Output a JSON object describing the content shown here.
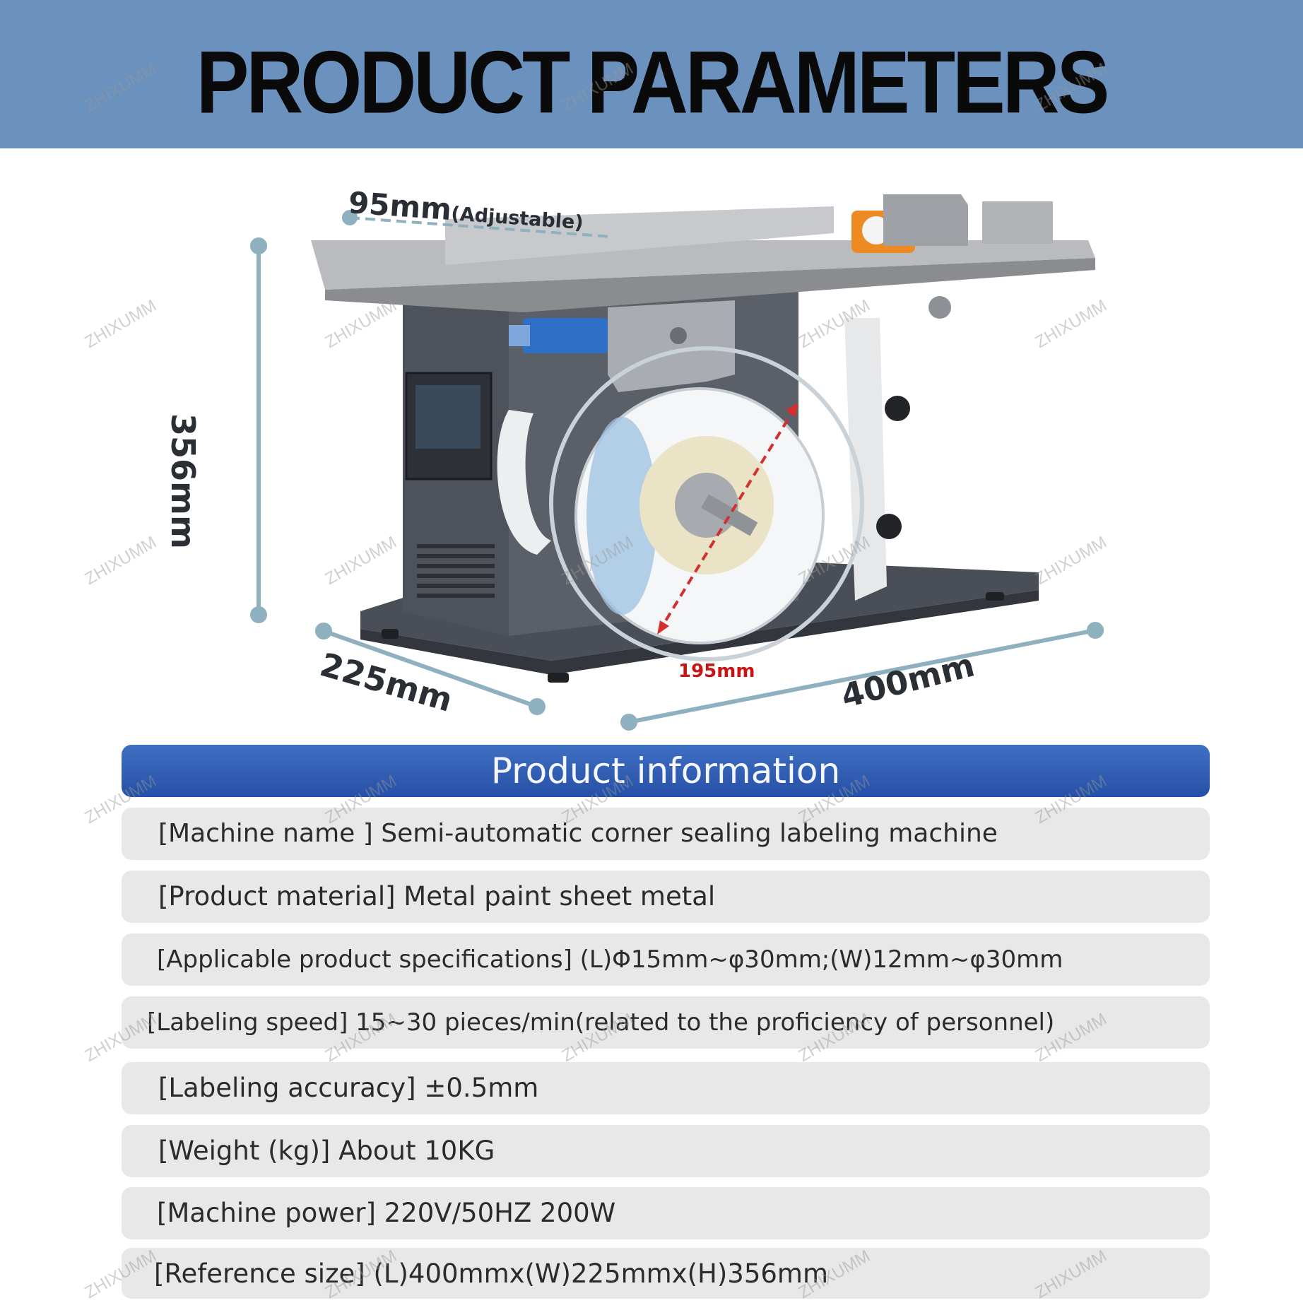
{
  "header": {
    "title": "PRODUCT PARAMETERS"
  },
  "dimensions": {
    "adjustable_width": "95mm",
    "adjustable_note": "(Adjustable)",
    "height": "356mm",
    "depth": "225mm",
    "length": "400mm",
    "roll_diameter": "195mm"
  },
  "info": {
    "heading": "Product information",
    "rows": [
      {
        "text": "[Machine name ] Semi-automatic corner sealing labeling machine"
      },
      {
        "text": "[Product material] Metal paint sheet metal"
      },
      {
        "text": "[Applicable product specifications]  (L)Φ15mm~φ30mm;(W)12mm~φ30mm"
      },
      {
        "text": "[Labeling speed] 15~30 pieces/min(related to the proficiency of personnel)"
      },
      {
        "text": "[Labeling accuracy] ±0.5mm"
      },
      {
        "text": "[Weight (kg)] About 10KG"
      },
      {
        "text": "[Machine power] 220V/50HZ 200W"
      },
      {
        "text": "[Reference size] (L)400mmx(W)225mmx(H)356mm"
      }
    ]
  },
  "watermark": {
    "text": "ZHIXUMM"
  },
  "colors": {
    "header_bg": "#6b92bf",
    "banner_bg": "#2f5cb4",
    "row_bg": "#e8e8e8",
    "dimension_line": "#8fb0bf",
    "roll_arrow": "#d32f2f"
  }
}
